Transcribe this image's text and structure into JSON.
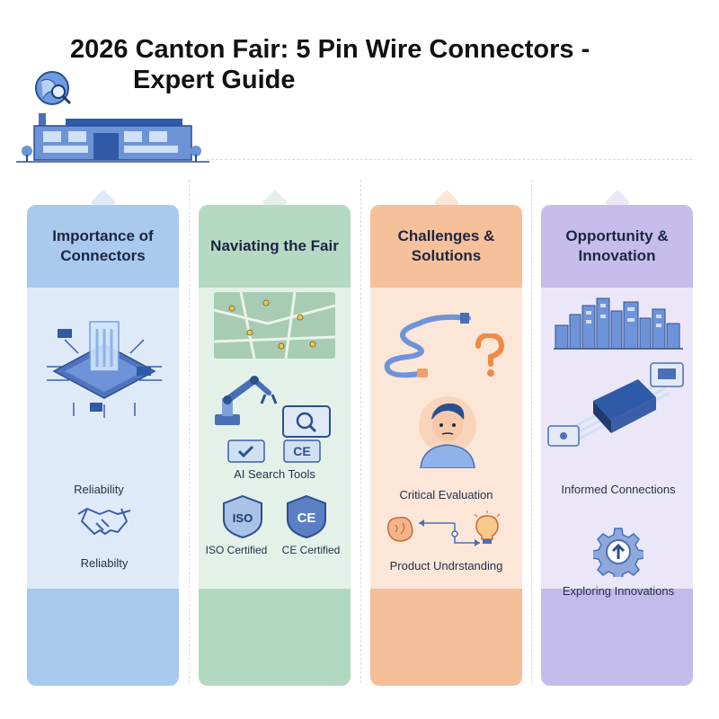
{
  "title": {
    "line1": "2026 Canton Fair: 5 Pin Wire Connectors -",
    "line2": "Expert Guide"
  },
  "columns": [
    {
      "heading": "Importance of Connectors",
      "labels": {
        "reliability_1": "Reliability",
        "reliability_2": "Reliabilty"
      },
      "icons": [
        "chip-icon",
        "handshake-icon"
      ]
    },
    {
      "heading": "Naviating the Fair",
      "labels": {
        "ai_search": "AI Search Tools",
        "iso": "ISO Certified",
        "ce": "CE Certified"
      },
      "icons": [
        "map-icon",
        "robot-arm-icon",
        "magnifier-tablet-icon",
        "checkmark-icon",
        "ce-mark-icon",
        "iso-shield-icon",
        "ce-shield-icon"
      ]
    },
    {
      "heading": "Challenges & Solutions",
      "labels": {
        "critical": "Critical Evaluation",
        "product": "Product Undrstanding"
      },
      "icons": [
        "cable-icon",
        "question-mark-icon",
        "thinking-person-icon",
        "brain-icon",
        "lightbulb-icon"
      ]
    },
    {
      "heading": "Opportunity & Innovation",
      "labels": {
        "informed": "Informed Connections",
        "exploring": "Exploring Innovations"
      },
      "icons": [
        "city-skyline-icon",
        "connector-icon",
        "gear-upload-icon"
      ]
    }
  ],
  "badges": {
    "iso_text": "ISO",
    "ce_text": "CE"
  },
  "colors": {
    "blue": "#a9c9ee",
    "green": "#b6d9c4",
    "orange": "#f5c09a",
    "purple": "#c6bdeb",
    "icon_blue": "#4a6fb5"
  }
}
